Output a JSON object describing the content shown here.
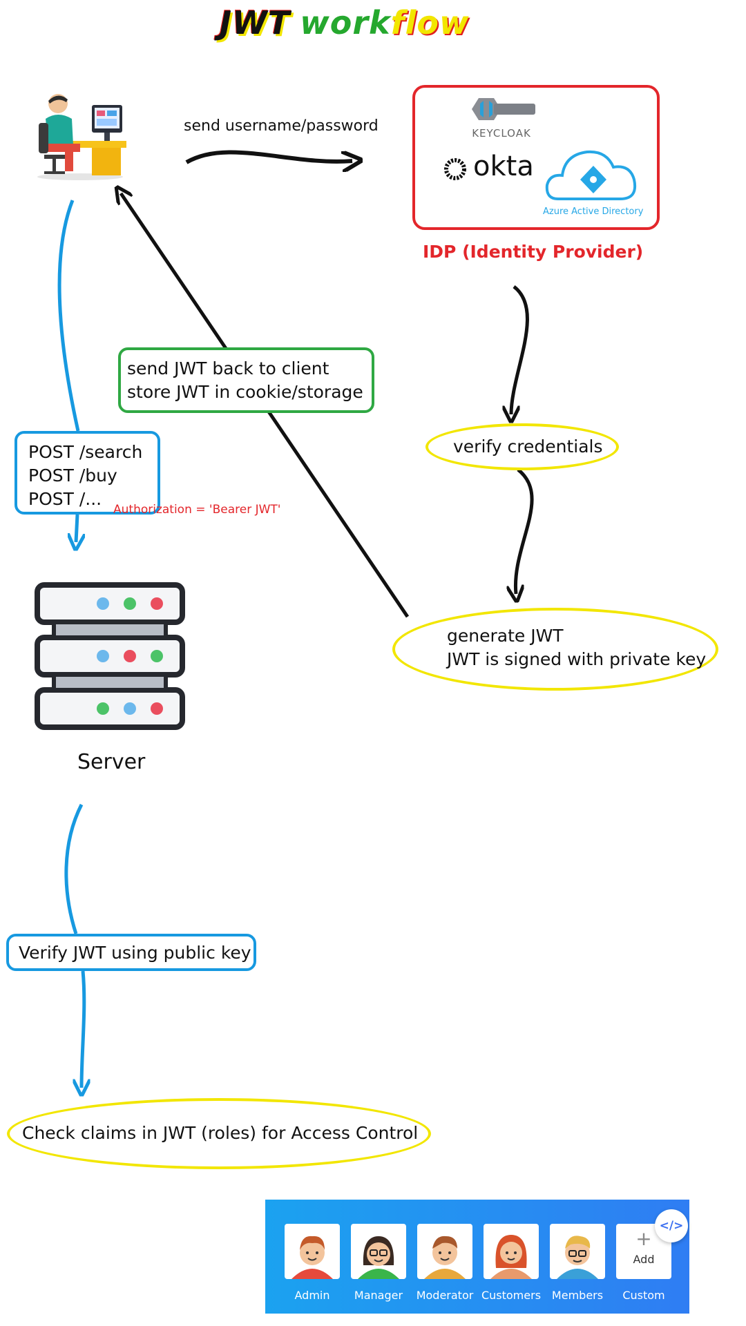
{
  "title": {
    "w1": "JWT",
    "w2": "work",
    "w3": "flow"
  },
  "client": {
    "icon": "user-at-computer-icon"
  },
  "idp": {
    "label": "IDP (Identity Provider)",
    "keycloak": "KEYCLOAK",
    "okta": "okta",
    "azure": "Azure Active Directory"
  },
  "arrows": {
    "send_credentials": "send username/password"
  },
  "steps": {
    "send_back_line1": "send JWT back to client",
    "send_back_line2": "store JWT in cookie/storage",
    "verify_credentials": "verify credentials",
    "generate_line1": "generate JWT",
    "generate_line2": "JWT is signed with private key",
    "requests": [
      "POST /search",
      "POST /buy",
      "POST /..."
    ],
    "authorization": "Authorization = 'Bearer JWT'",
    "verify_public": "Verify JWT using public key",
    "check_claims": "Check claims in JWT (roles) for Access Control"
  },
  "server": {
    "label": "Server"
  },
  "roles": {
    "items": [
      "Admin",
      "Manager",
      "Moderator",
      "Customers",
      "Members",
      "Custom"
    ],
    "add_label": "Add",
    "code_icon": "</>"
  },
  "colors": {
    "red": "#e3262b",
    "green": "#2fa843",
    "blue": "#1799e0",
    "yellow": "#f2e600"
  }
}
